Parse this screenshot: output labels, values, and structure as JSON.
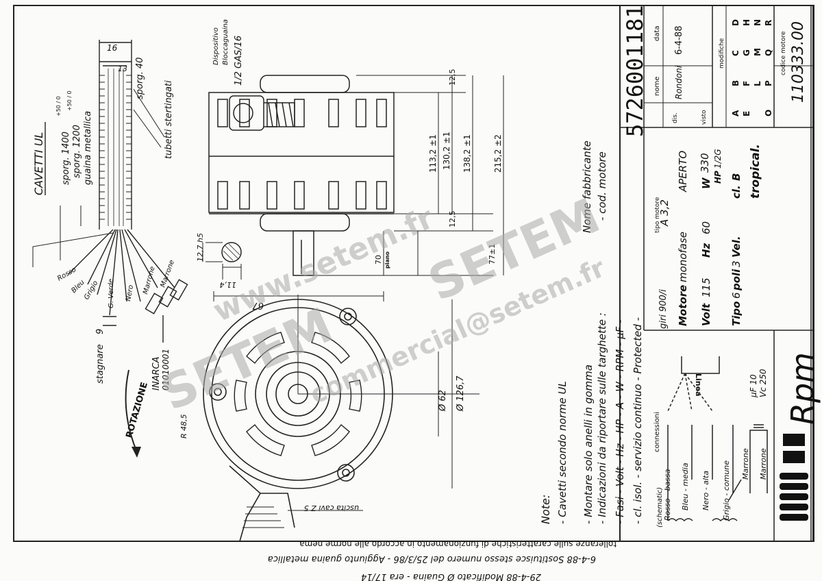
{
  "title_block": {
    "drawing_number": "5726001181",
    "nome_label": "nome",
    "data_label": "data",
    "dis_label": "dis.",
    "visto_label": "visto",
    "nome_value": "Rondoni",
    "data_value": "6-4-88",
    "modifiche_label": "modifiche",
    "modifiche_letters": [
      "A",
      "B",
      "C",
      "D",
      "E",
      "F",
      "G",
      "H",
      "L",
      "M",
      "N",
      "O",
      "P",
      "Q",
      "R"
    ],
    "codice_motore_label": "codice motore",
    "codice_motore_value": "110333.00"
  },
  "motor_spec": {
    "tipo_motore_label": "tipo motore",
    "giri": "giri 900/i",
    "tipo": "A 3,2",
    "motore_label": "Motore",
    "motore_value": "monofase",
    "aperto": "APERTO",
    "volt_label": "Volt",
    "volt_value": "115",
    "hz_label": "Hz",
    "hz_value": "60",
    "w_label": "W",
    "w_value": "330",
    "hp_label": "HP",
    "hp_value": "1/2G",
    "tipo_label": "Tipo",
    "tipo_value": "6",
    "poli_label": "poli",
    "poli_value": "3",
    "vel_label": "Vel.",
    "cl_label": "cl.",
    "cl_value": "B",
    "tropical": "tropical."
  },
  "connection_diagram": {
    "title": "connessioni",
    "schematic_label": "(schematic)",
    "linea": "Linea",
    "wires": [
      "Rosso - bassa",
      "Bleu - media",
      "Nero - alta",
      "Grigio - comune",
      "Marrone",
      "Marrone"
    ],
    "capacitor": "µF 10",
    "vc": "Vc 250"
  },
  "brand": {
    "name": "Rpm"
  },
  "notes": {
    "heading": "Note:",
    "lines": [
      "- Cavetti secondo norme UL",
      "- Montare solo anelli in gomma",
      "- Indicazioni da riportare sulle targhette :",
      "- Fasi - Volt - Hz - HP - A - W - RPM - µF -",
      "- cl. isol. - servizio continuo - Protected -"
    ],
    "nome_fabbricante": "Nome fabbricante",
    "cod_motore": "- cod. motore"
  },
  "cable": {
    "title": "CAVETTI UL",
    "sporg1": "sporg. 1400",
    "sporg1_tol": "+50 / 0",
    "sporg2": "sporg. 1200",
    "sporg2_tol": "+50 / 0",
    "guaina": "guaina metallica",
    "sporg40": "sporg. 40",
    "tubetti": "tubetti stertingati",
    "wires": [
      "Rosso",
      "Bleu",
      "Grigio",
      "G. Verde",
      "Nero",
      "Marrone",
      "Marrone"
    ],
    "stagnare": "stagnare",
    "stagnare_val": "9",
    "inarca": "INARCA",
    "inarca_code": "01010001",
    "rotazione": "ROTAZIONE",
    "dim16": "16",
    "dim13": "13"
  },
  "side_view": {
    "dispositivo": "Dispositivo",
    "bloccaguaina": "Bloccaguaina",
    "gas": "1/2 GAS/16",
    "dims": [
      "12,5",
      "130,2 ±1",
      "113,2 ±1",
      "138,2 ±1",
      "215,2 ±2",
      "12,5",
      "77±1",
      "70",
      "12,7 h5"
    ],
    "piano": "piano",
    "dim_key": "11,4"
  },
  "front_view": {
    "d67": "67",
    "d62": "Ø 62",
    "d1267": "Ø 126,7",
    "r485": "R 48,5",
    "uscita": "uscita cavi Z 5"
  },
  "revisions": {
    "tolerance_note": "tolleranze sulle caratteristiche di funzionamento in accordo alle norme nema",
    "rev1": "6-4-88 Sostituisce stesso numero del 25/3/86 - Aggiunto guaina metallica",
    "rev2": "29-4-88 Modificato Ø Guaina - era 17/14"
  },
  "watermark": {
    "text1": "www.setem.fr",
    "text2": "SETEM",
    "text3": "commercial@setem.fr"
  }
}
